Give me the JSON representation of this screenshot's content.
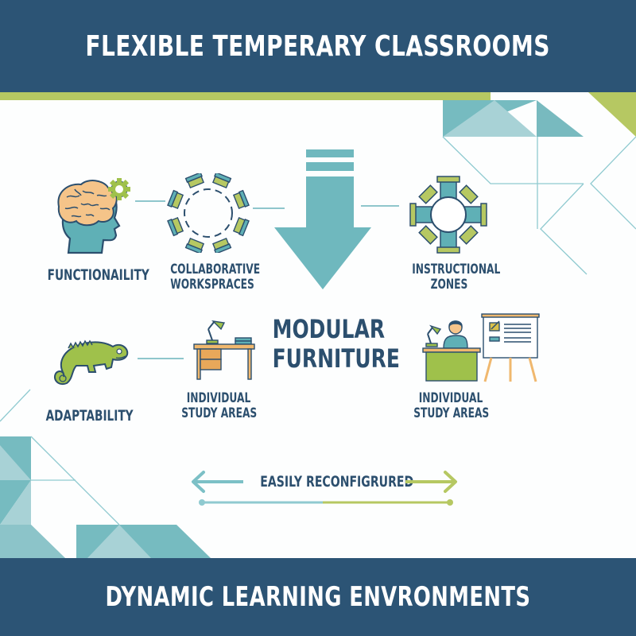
{
  "header": {
    "title": "FLEXIBLE TEMPERARY CLASSROOMS"
  },
  "footer": {
    "title": "DYNAMIC LEARNING ENVRONMENTS"
  },
  "center": {
    "line1": "MODULAR",
    "line2": "FURNITURE",
    "arrow_icon": "down-arrow-icon"
  },
  "nodes": [
    {
      "id": "functionality",
      "lines": [
        "FUNCTIONAILITY"
      ],
      "icon": "brain-gear-icon"
    },
    {
      "id": "collaborative",
      "lines": [
        "COLLABORATIVE",
        "WORKSPRACES"
      ],
      "icon": "round-table-chairs-icon"
    },
    {
      "id": "instructional",
      "lines": [
        "INSTRUCTIONAL",
        "ZONES"
      ],
      "icon": "conference-table-icon"
    },
    {
      "id": "adaptability",
      "lines": [
        "ADAPTABILITY"
      ],
      "icon": "chameleon-icon"
    },
    {
      "id": "study-left",
      "lines": [
        "INDIVIDUAL",
        "STUDY AREAS"
      ],
      "icon": "desk-lamp-icon"
    },
    {
      "id": "study-right",
      "lines": [
        "INDIVIDUAL",
        "STUDY AREAS"
      ],
      "icon": "teacher-whiteboard-icon"
    }
  ],
  "reconfig": {
    "label": "EASILY RECONFIGRURED",
    "left_icon": "left-arrow-icon",
    "right_icon": "right-arrow-icon"
  },
  "colors": {
    "navy": "#2c5475",
    "text": "#2c4f6e",
    "teal": "#6fb8be",
    "teal_light": "#a7d3d6",
    "green": "#b6c862",
    "orange": "#f6c48a"
  }
}
